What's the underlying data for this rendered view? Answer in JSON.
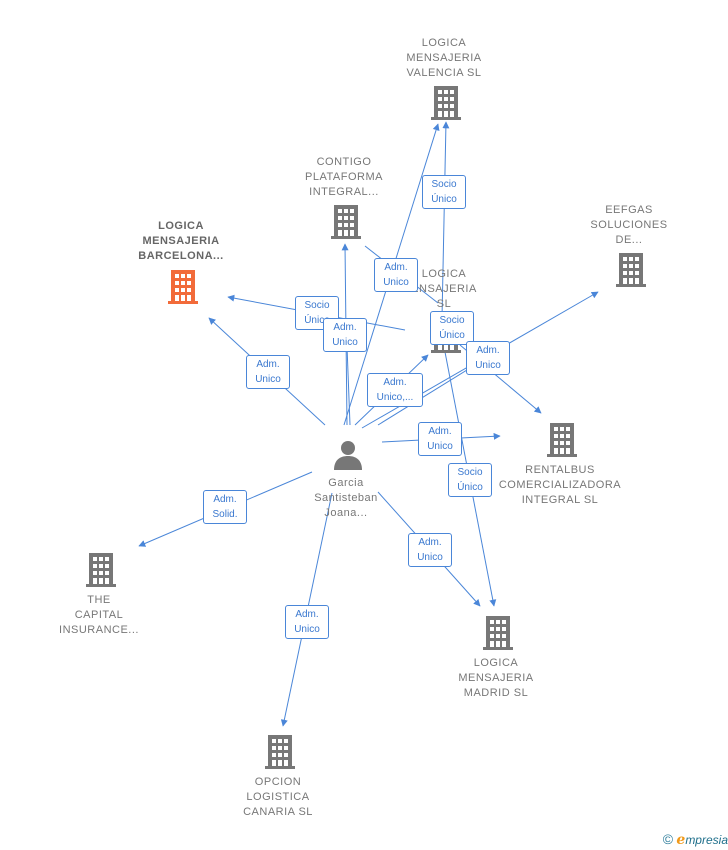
{
  "colors": {
    "edge": "#4a86d8",
    "node": "#777777",
    "highlight": "#f26b3a"
  },
  "nodes": [
    {
      "id": "valencia",
      "type": "company",
      "lines": [
        "LOGICA",
        "MENSAJERIA",
        "VALENCIA  SL"
      ],
      "highlight": false
    },
    {
      "id": "contigo",
      "type": "company",
      "lines": [
        "CONTIGO",
        "PLATAFORMA",
        "INTEGRAL..."
      ],
      "highlight": false
    },
    {
      "id": "barcelona",
      "type": "company",
      "lines": [
        "LOGICA",
        "MENSAJERIA",
        "BARCELONA..."
      ],
      "highlight": true
    },
    {
      "id": "eefgas",
      "type": "company",
      "lines": [
        "EEFGAS",
        "SOLUCIONES",
        "DE..."
      ],
      "highlight": false
    },
    {
      "id": "logica_sl",
      "type": "company",
      "lines": [
        "LOGICA",
        "ENSAJERIA",
        "SL"
      ],
      "highlight": false
    },
    {
      "id": "rentalbus",
      "type": "company",
      "lines": [
        "RENTALBUS",
        "COMERCIALIZADORA",
        "INTEGRAL  SL"
      ],
      "highlight": false
    },
    {
      "id": "capital",
      "type": "company",
      "lines": [
        "THE",
        "CAPITAL",
        "INSURANCE..."
      ],
      "highlight": false
    },
    {
      "id": "madrid",
      "type": "company",
      "lines": [
        "LOGICA",
        "MENSAJERIA",
        "MADRID  SL"
      ],
      "highlight": false
    },
    {
      "id": "opcion",
      "type": "company",
      "lines": [
        "OPCION",
        "LOGISTICA",
        "CANARIA  SL"
      ],
      "highlight": false
    },
    {
      "id": "person",
      "type": "person",
      "lines": [
        "Garcia",
        "Santisteban",
        "Joana..."
      ],
      "highlight": false
    }
  ],
  "edge_labels": [
    {
      "id": "e-valencia-socio",
      "lines": [
        "Socio",
        "Único"
      ]
    },
    {
      "id": "e-contigo-adm",
      "lines": [
        "Adm.",
        "Unico"
      ]
    },
    {
      "id": "e-barcelona-socio",
      "lines": [
        "Socio",
        "Único"
      ]
    },
    {
      "id": "e-barcelona-adm2",
      "lines": [
        "Adm.",
        "Unico"
      ]
    },
    {
      "id": "e-barcelona-adm",
      "lines": [
        "Adm.",
        "Unico"
      ]
    },
    {
      "id": "e-logica-socio",
      "lines": [
        "Socio",
        "Único"
      ]
    },
    {
      "id": "e-eefgas-adm",
      "lines": [
        "Adm.",
        "Unico"
      ]
    },
    {
      "id": "e-logica-adm",
      "lines": [
        "Adm.",
        "Unico,..."
      ]
    },
    {
      "id": "e-rentalbus-adm",
      "lines": [
        "Adm.",
        "Unico"
      ]
    },
    {
      "id": "e-madrid-socio",
      "lines": [
        "Socio",
        "Único"
      ]
    },
    {
      "id": "e-capital-adm",
      "lines": [
        "Adm.",
        "Solid."
      ]
    },
    {
      "id": "e-madrid-adm",
      "lines": [
        "Adm.",
        "Unico"
      ]
    },
    {
      "id": "e-opcion-adm",
      "lines": [
        "Adm.",
        "Unico"
      ]
    }
  ],
  "footer": {
    "copyright": "©",
    "brand_initial": "e",
    "brand_rest": "mpresia"
  }
}
